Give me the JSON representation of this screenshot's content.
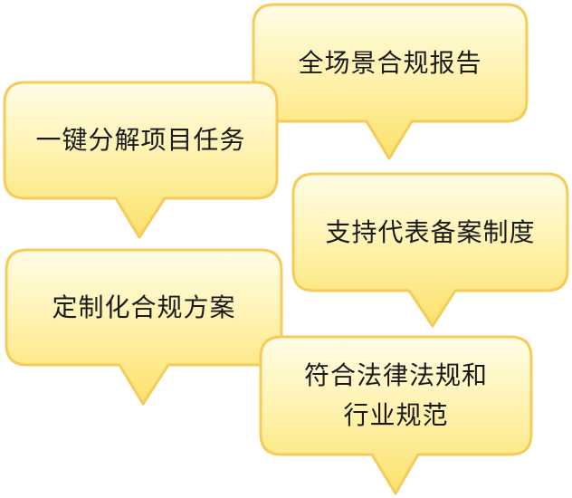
{
  "bubbles": [
    {
      "id": "report",
      "lines": [
        "全场景合规报告"
      ]
    },
    {
      "id": "decompose",
      "lines": [
        "一键分解项目任务"
      ]
    },
    {
      "id": "filing",
      "lines": [
        "支持代表备案制度"
      ]
    },
    {
      "id": "plan",
      "lines": [
        "定制化合规方案"
      ]
    },
    {
      "id": "law",
      "lines": [
        "符合法律法规和",
        "行业规范"
      ]
    }
  ],
  "colors": {
    "fill_top": "#FFFCE6",
    "fill_bottom": "#FBE16A",
    "border": "#F5CC5A"
  }
}
